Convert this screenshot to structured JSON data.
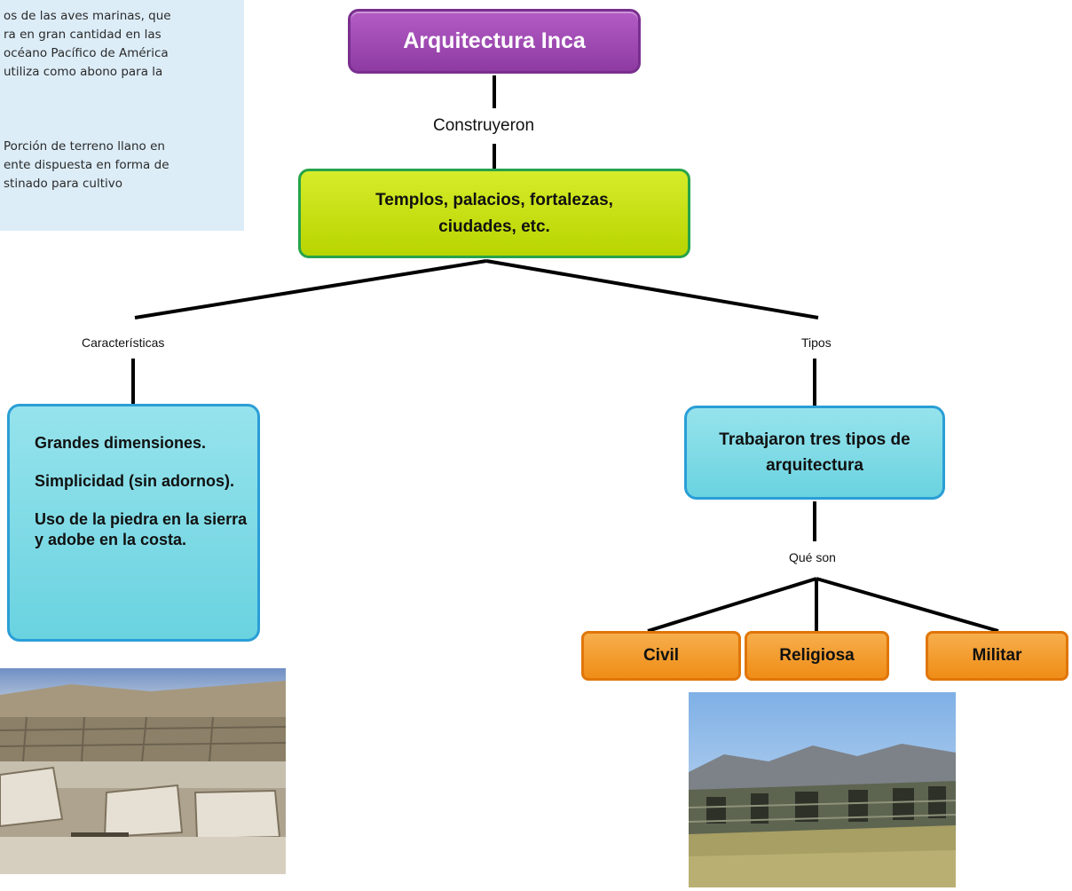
{
  "sidebar": {
    "para1_lines": [
      "os de las aves marinas, que",
      "ra en gran cantidad en las",
      "océano Pacífico de América",
      "utiliza como abono para la"
    ],
    "para2_lines": [
      "Porción de terreno llano en",
      "ente dispuesta en forma de",
      "stinado para cultivo"
    ]
  },
  "diagram": {
    "title": "Arquitectura Inca",
    "link_construyeron": "Construyeron",
    "built_box": "Templos, palacios, fortalezas, ciudades, etc.",
    "branch_left_label": "Características",
    "branch_right_label": "Tipos",
    "characteristics": [
      "Grandes dimensiones.",
      "Simplicidad (sin adornos).",
      "Uso de la piedra en la sierra y adobe en la costa."
    ],
    "types_box": "Trabajaron tres tipos de arquitectura",
    "types_link": "Qué son",
    "types": [
      "Civil",
      "Religiosa",
      "Militar"
    ]
  },
  "colors": {
    "title_fill": "#9b45b0",
    "built_fill": "#c5df00",
    "built_border": "#27a34a",
    "cyan_fill": "#7fdbe6",
    "cyan_border": "#2a9ed6",
    "orange_fill": "#f39a2a",
    "sidebar_bg": "#dcedf8"
  }
}
